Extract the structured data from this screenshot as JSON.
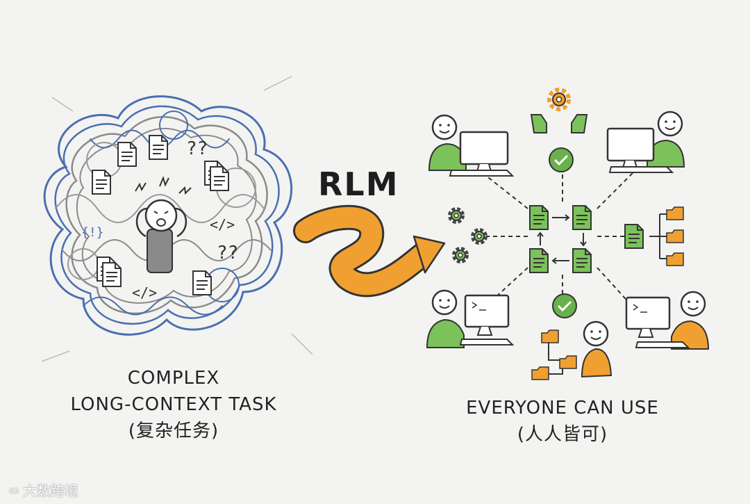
{
  "left": {
    "caption_line1": "COMPLEX",
    "caption_line2": "LONG-CONTEXT TASK",
    "caption_line3": "(复杂任务)"
  },
  "arrow": {
    "label": "RLM",
    "color": "#f0a030"
  },
  "right": {
    "caption_line1": "EVERYONE CAN USE",
    "caption_line2": "(人人皆可)"
  },
  "watermark": {
    "text": "大数跨境"
  },
  "colors": {
    "blue_scribble": "#4a6fb0",
    "gray_scribble": "#8a8a8a",
    "green": "#6ab04c",
    "orange": "#f0a030"
  }
}
